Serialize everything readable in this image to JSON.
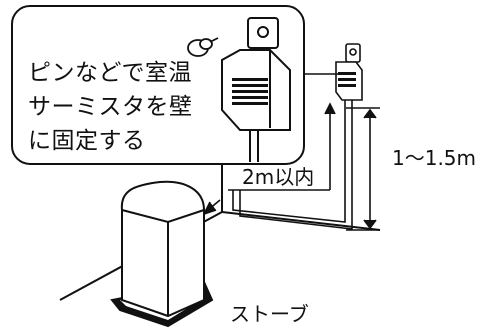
{
  "callout": {
    "line1": "ピンなどで室温",
    "line2": "サーミスタを壁",
    "line3": "に固定する"
  },
  "labels": {
    "distance": "2m以内",
    "height": "1～1.5m",
    "stove": "ストーブ"
  }
}
